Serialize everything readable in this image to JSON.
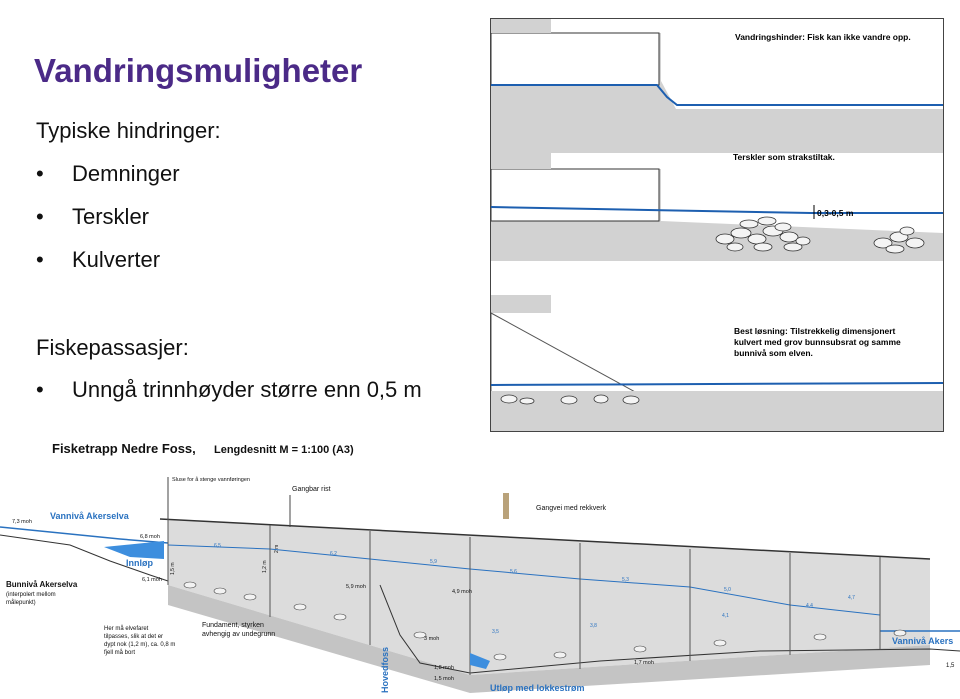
{
  "slide": {
    "title": "Vandringsmuligheter",
    "obstacles_heading": "Typiske hindringer:",
    "obstacles": [
      "Demninger",
      "Terskler",
      "Kulverter"
    ],
    "passages_heading": "Fiskepassasjer:",
    "passages": [
      "Unngå trinnhøyder større enn 0,5 m"
    ],
    "bullet_glyph": "•"
  },
  "panels": {
    "p1": "Vandringshinder: Fisk kan ikke vandre opp.",
    "p2": "Terskler som strakstiltak.",
    "p2_dim": "0,3-0,5 m",
    "p3_line1": "Best løsning: Tilstrekkelig dimensjonert",
    "p3_line2": "kulvert med grov bunnsubsrat og samme",
    "p3_line3": "bunnivå som elven."
  },
  "fishway": {
    "title_bold": "Fisketrapp Nedre Foss,",
    "title_rest": "Lengdesnitt M = 1:100 (A3)",
    "sluse": "Sluse for å stenge vannføringen",
    "gangbar": "Gangbar rist",
    "gangvei": "Gangvei med rekkverk",
    "vanniva_left": "Vannivå Akerselva",
    "vanniva_right": "Vannivå Akers",
    "moh_73": "7,3 moh",
    "moh_68": "6,8 moh",
    "moh_61": "6,1 moh",
    "moh_59": "5,9 moh",
    "moh_49": "4,9 moh",
    "moh_3": "3 moh",
    "moh_18": "1,8 moh",
    "moh_15": "1,5 moh",
    "moh_17": "1,7 moh",
    "innlop": "Innløp",
    "bunniva_1": "Bunnivå Akerselva",
    "bunniva_2": "(interpolert mellom",
    "bunniva_3": "målepunkt)",
    "fundament_1": "Fundament, styrken",
    "fundament_2": "avhengig av undegrunn",
    "elvefar_1": "Her må elvefaret",
    "elvefar_2": "tilpasses, slik at det er",
    "elvefar_3": "dypt nok (1,2 m), ca. 0,8 m",
    "elvefar_4": "fjell må bort",
    "hovedfoss": "Hovedfoss",
    "utlop": "Utløp med lokkestrøm",
    "levels": [
      "6,5",
      "6,2",
      "5,9",
      "5,6",
      "5,3",
      "5,0",
      "4,7",
      "4,4",
      "4,1",
      "3,8",
      "3,5"
    ],
    "dims": [
      "1,5 m",
      "1,2 m",
      "2 m"
    ],
    "right_15": "1,5"
  }
}
